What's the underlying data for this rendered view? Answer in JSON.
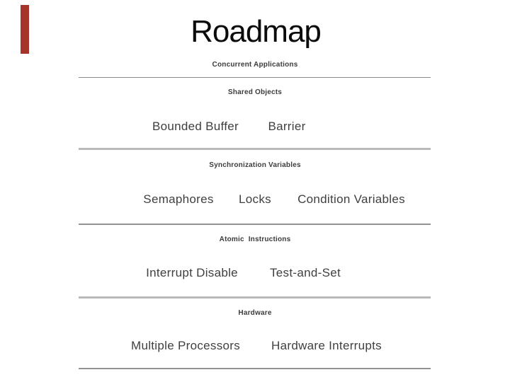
{
  "slide": {
    "title": "Roadmap",
    "accent_color": "#A5342B"
  },
  "layers": [
    {
      "caption": "Concurrent Applications",
      "items": []
    },
    {
      "caption": "Shared Objects",
      "items": [
        "Bounded Buffer",
        "Barrier"
      ]
    },
    {
      "caption": "Synchronization Variables",
      "items": [
        "Semaphores",
        "Locks",
        "Condition Variables"
      ]
    },
    {
      "caption": "Atomic  Instructions",
      "items": [
        "Interrupt Disable",
        "Test-and-Set"
      ]
    },
    {
      "caption": "Hardware",
      "items": [
        "Multiple Processors",
        "Hardware Interrupts"
      ]
    }
  ]
}
